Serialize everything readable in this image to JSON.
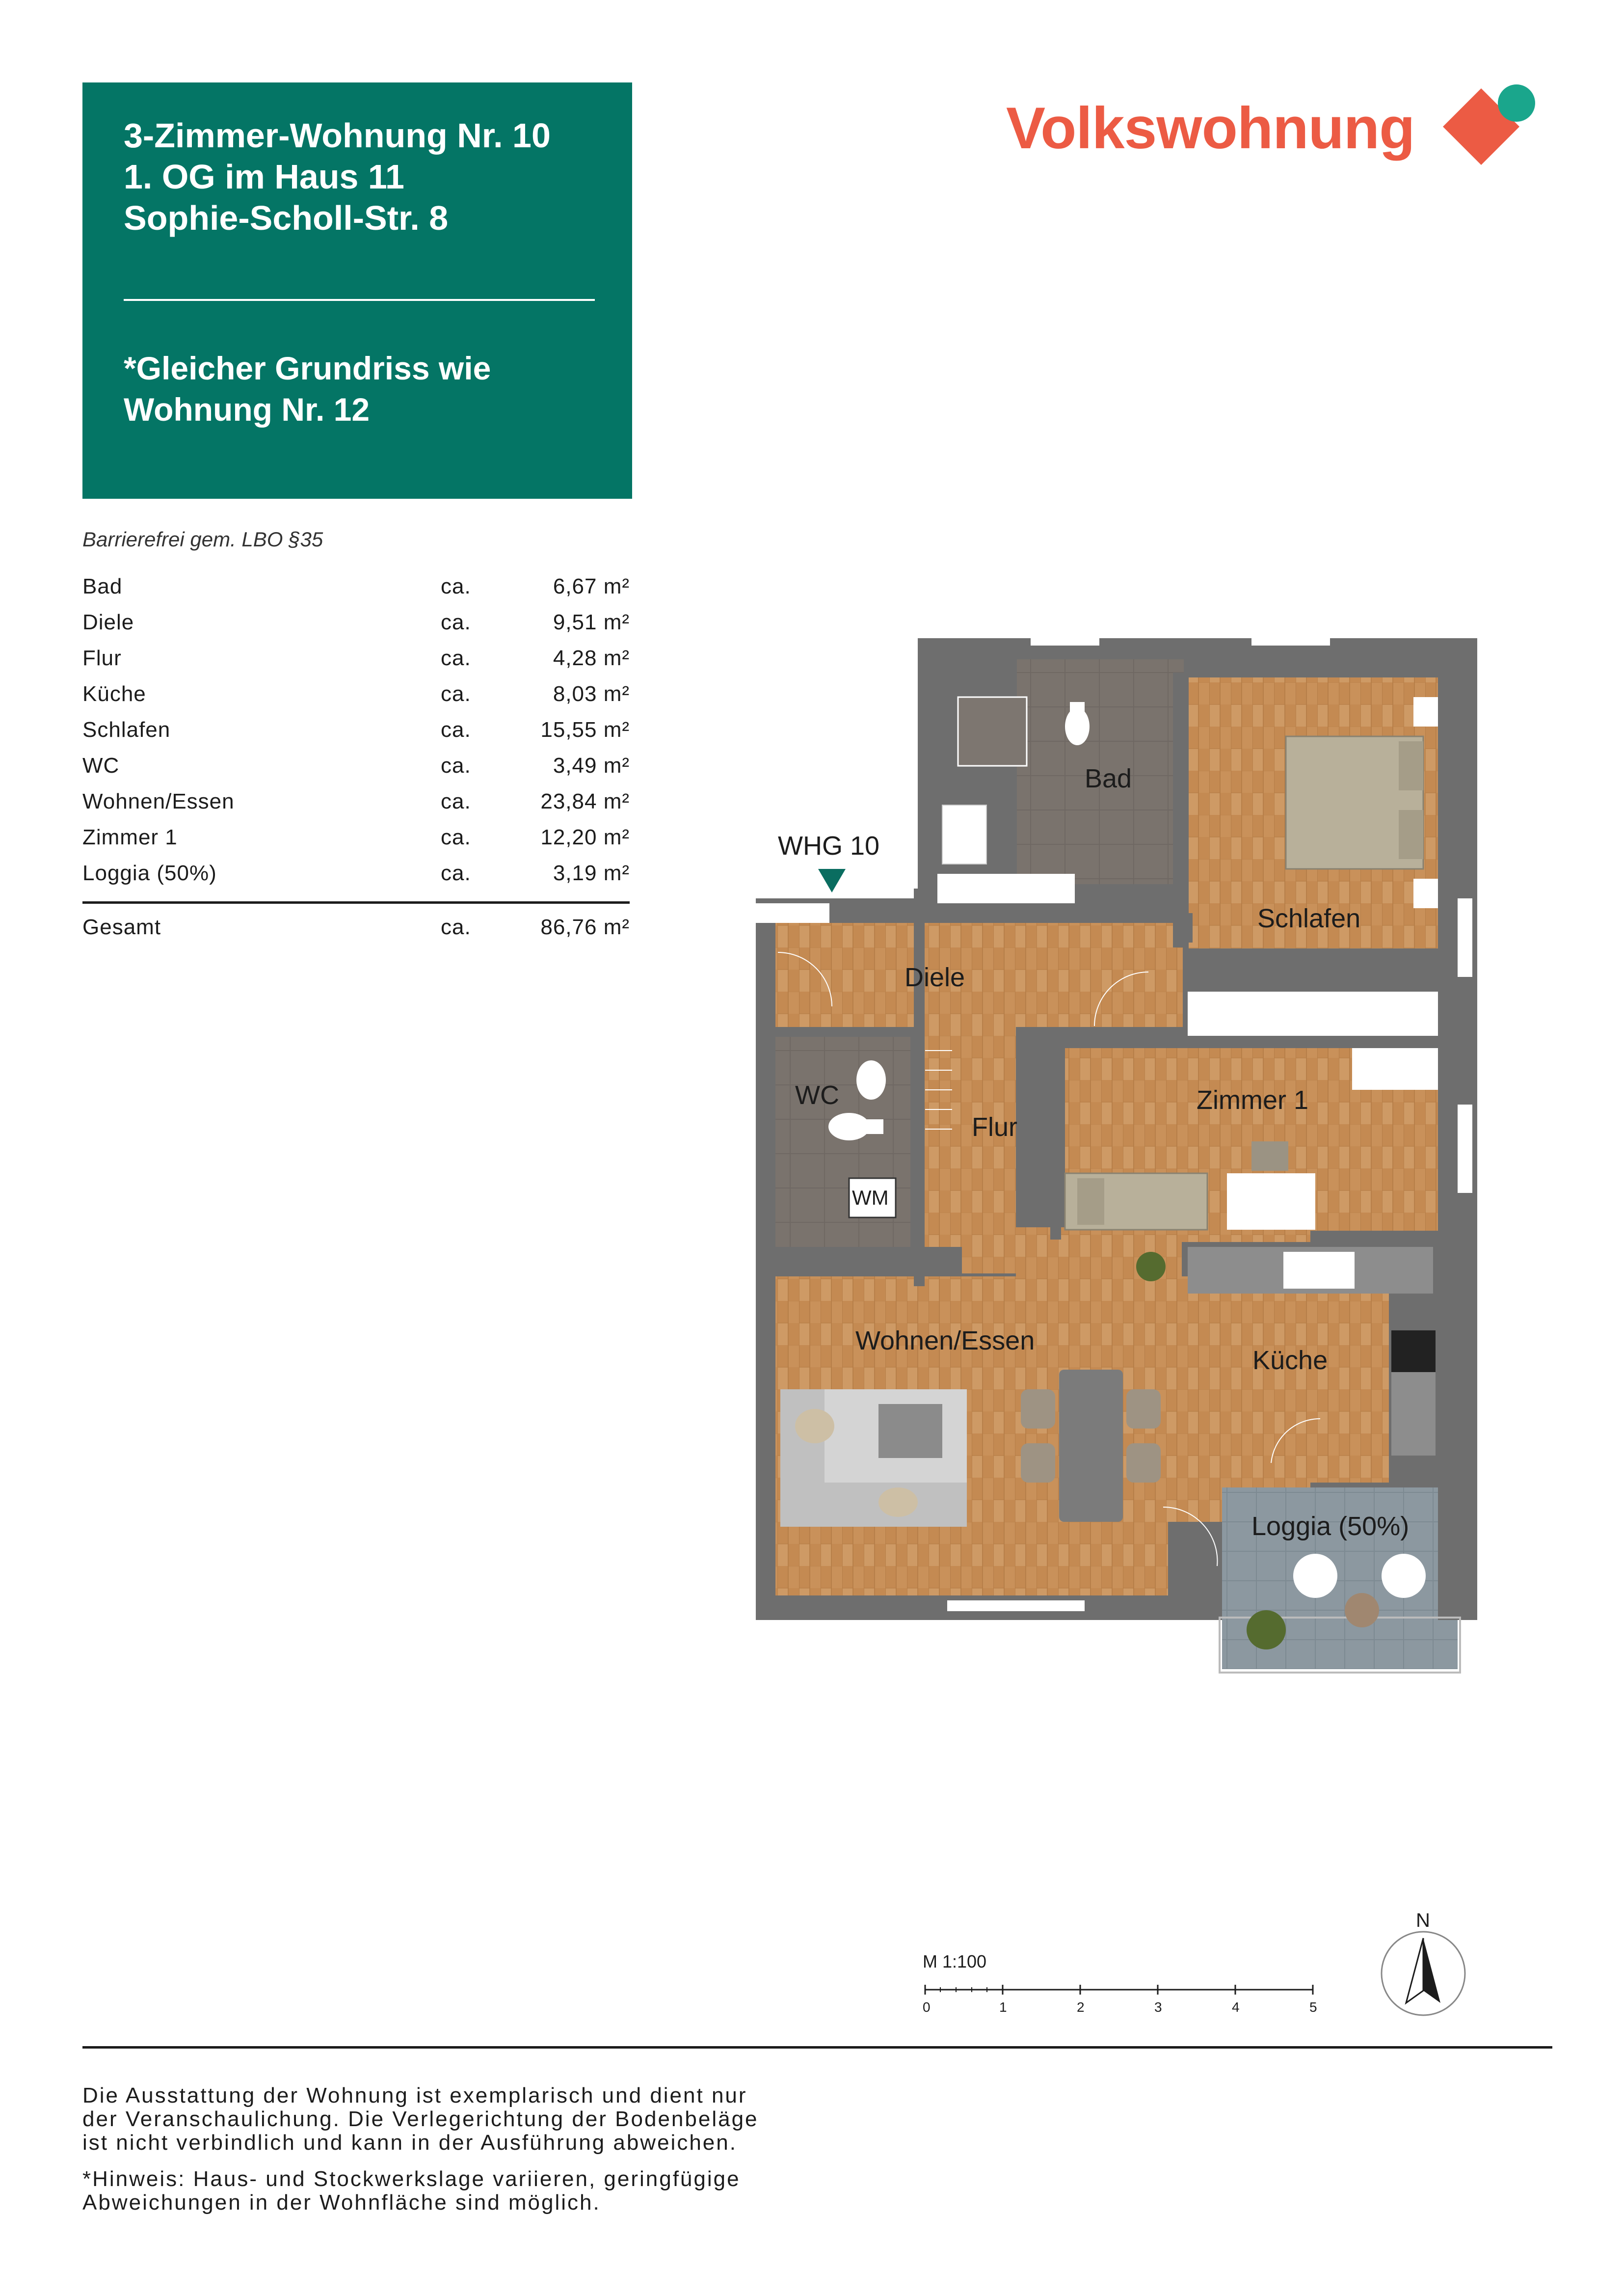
{
  "header": {
    "line1": "3-Zimmer-Wohnung Nr. 10",
    "line2": "1. OG im Haus 11",
    "line3": "Sophie-Scholl-Str. 8",
    "note_line1": "*Gleicher Grundriss wie",
    "note_line2": "Wohnung Nr. 12",
    "bg_color": "#047565"
  },
  "brand": {
    "name": "Volkswohnung",
    "color": "#ec5b44",
    "accent_color": "#1aa68c"
  },
  "accessibility_note": "Barrierefrei gem. LBO §35",
  "areas": [
    {
      "room": "Bad",
      "ca": "ca.",
      "value": "6,67 m²"
    },
    {
      "room": "Diele",
      "ca": "ca.",
      "value": "9,51 m²"
    },
    {
      "room": "Flur",
      "ca": "ca.",
      "value": "4,28 m²"
    },
    {
      "room": "Küche",
      "ca": "ca.",
      "value": "8,03 m²"
    },
    {
      "room": "Schlafen",
      "ca": "ca.",
      "value": "15,55 m²"
    },
    {
      "room": "WC",
      "ca": "ca.",
      "value": "3,49 m²"
    },
    {
      "room": "Wohnen/Essen",
      "ca": "ca.",
      "value": "23,84 m²"
    },
    {
      "room": "Zimmer 1",
      "ca": "ca.",
      "value": "12,20 m²"
    },
    {
      "room": "Loggia (50%)",
      "ca": "ca.",
      "value": "3,19 m²"
    }
  ],
  "total": {
    "room": "Gesamt",
    "ca": "ca.",
    "value": "86,76 m²"
  },
  "plan": {
    "unit_label": "WHG 10",
    "rooms": {
      "bad": "Bad",
      "schlafen": "Schlafen",
      "diele": "Diele",
      "wc": "WC",
      "wm": "WM",
      "flur": "Flur",
      "zimmer1": "Zimmer 1",
      "wohnen": "Wohnen/Essen",
      "kueche": "Küche",
      "loggia": "Loggia (50%)"
    }
  },
  "scale": {
    "title": "M 1:100",
    "ticks": [
      "0",
      "1",
      "2",
      "3",
      "4",
      "5"
    ]
  },
  "compass": {
    "north_label": "N"
  },
  "footer": {
    "line1": "Die Ausstattung der Wohnung ist exemplarisch und dient nur",
    "line2": "der Veranschaulichung. Die Verlegerichtung der Bodenbeläge",
    "line3": "ist nicht verbindlich und kann in der Ausführung abweichen.",
    "line4": "*Hinweis: Haus- und Stockwerkslage variieren, geringfügige",
    "line5": "Abweichungen in der Wohnfläche sind möglich."
  }
}
